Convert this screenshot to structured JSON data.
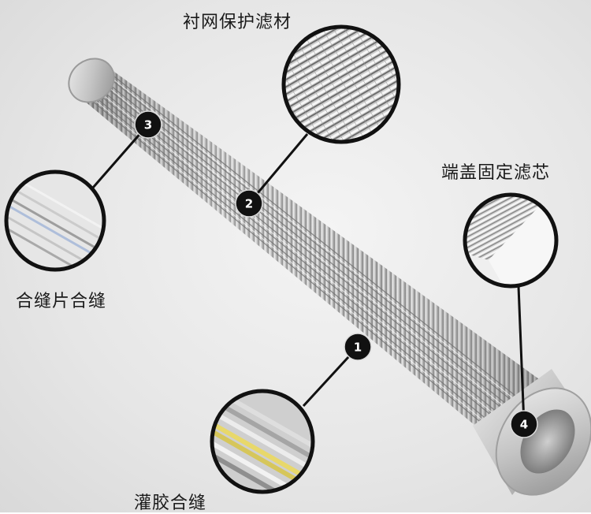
{
  "labels": {
    "top": "衬网保护滤材",
    "right": "端盖固定滤芯",
    "left": "合缝片合缝",
    "bottom": "灌胶合缝"
  },
  "badges": {
    "one": "1",
    "two": "2",
    "three": "3",
    "four": "4"
  },
  "colors": {
    "background": "#e6e6e6",
    "pleat_light": "#d9d9d9",
    "pleat_dark": "#7a7a7a",
    "end_cap": "#bdbdbd",
    "badge": "#111111",
    "glue": "#e8d86a"
  }
}
